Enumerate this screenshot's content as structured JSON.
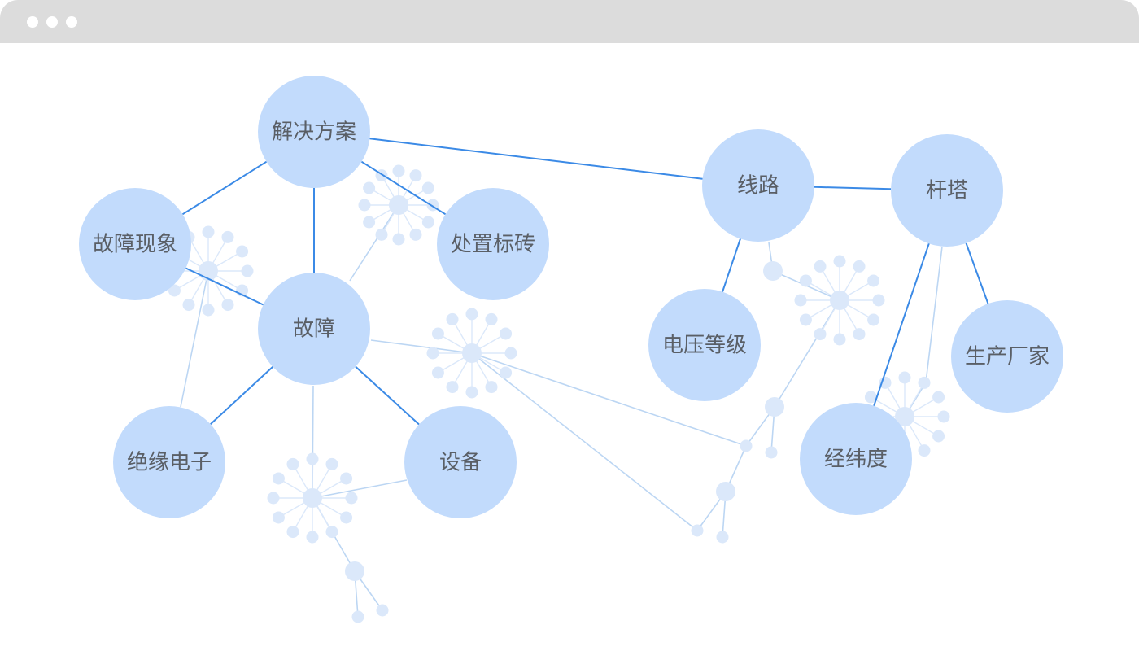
{
  "window": {
    "controls": [
      "window-dot",
      "window-dot",
      "window-dot"
    ]
  },
  "diagram": {
    "colors": {
      "node_fill": "#c2dbfc",
      "main_edge": "#3b8ae6",
      "faint_edge": "#bcd6f3",
      "cluster_fill": "#dbe8fa",
      "label": "#5a5f66"
    },
    "nodes": [
      {
        "id": "jiejue",
        "label": "解决方案"
      },
      {
        "id": "guzhangxx",
        "label": "故障现象"
      },
      {
        "id": "chuzhi",
        "label": "处置标砖"
      },
      {
        "id": "guzhang",
        "label": "故障"
      },
      {
        "id": "jueyuan",
        "label": "绝缘电子"
      },
      {
        "id": "shebei",
        "label": "设备"
      },
      {
        "id": "xianlu",
        "label": "线路"
      },
      {
        "id": "ganta",
        "label": "杆塔"
      },
      {
        "id": "dianya",
        "label": "电压等级"
      },
      {
        "id": "shengchan",
        "label": "生产厂家"
      },
      {
        "id": "jingwei",
        "label": "经纬度"
      }
    ],
    "edges": [
      {
        "from": "jiejue",
        "to": "guzhangxx"
      },
      {
        "from": "jiejue",
        "to": "guzhang"
      },
      {
        "from": "jiejue",
        "to": "chuzhi"
      },
      {
        "from": "jiejue",
        "to": "xianlu"
      },
      {
        "from": "guzhangxx",
        "to": "guzhang"
      },
      {
        "from": "guzhang",
        "to": "jueyuan"
      },
      {
        "from": "guzhang",
        "to": "shebei"
      },
      {
        "from": "xianlu",
        "to": "ganta"
      },
      {
        "from": "xianlu",
        "to": "dianya"
      },
      {
        "from": "ganta",
        "to": "shengchan"
      },
      {
        "from": "ganta",
        "to": "jingwei"
      }
    ]
  }
}
